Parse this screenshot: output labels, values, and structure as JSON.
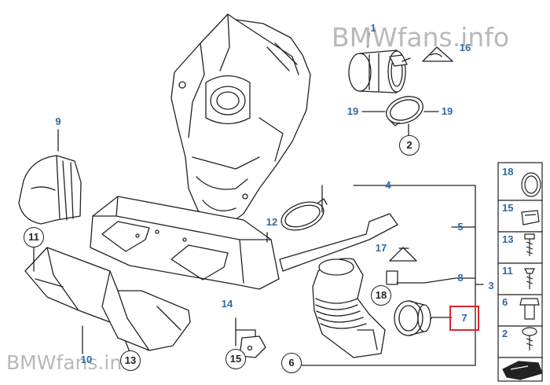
{
  "watermark": {
    "top": "BMWfans.info",
    "bottom": "BMWfans.info"
  },
  "callouts": {
    "c1": "1",
    "c16": "16",
    "c19a": "19",
    "c19b": "19",
    "c2a": "2",
    "c9": "9",
    "c4": "4",
    "c12": "12",
    "c5": "5",
    "c11a": "11",
    "c17": "17",
    "c8": "8",
    "c3": "3",
    "c18a": "18",
    "c7": "7",
    "c14": "14",
    "c10": "10",
    "c13": "13",
    "c15a": "15",
    "c6": "6",
    "s18": "18",
    "s15": "15",
    "s13": "13",
    "s11": "11",
    "s6": "6",
    "s2": "2"
  },
  "highlighted_part": "7",
  "colors": {
    "label": "#2f6aa6",
    "highlight": "#d9262c",
    "line": "#222222",
    "watermark": "#b9b9b9"
  }
}
